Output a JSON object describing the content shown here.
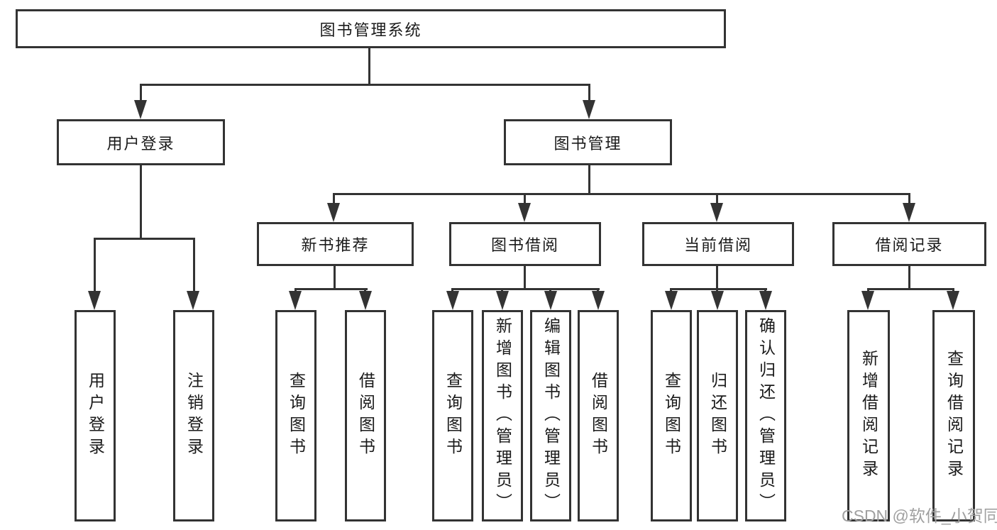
{
  "colors": {
    "line": "#333333",
    "text": "#1a1a1a",
    "watermark": "#a0a0a0",
    "background": "#ffffff"
  },
  "tree": {
    "label": "图书管理系统",
    "children": [
      {
        "label": "用户登录",
        "children": [
          {
            "label": "用户登录"
          },
          {
            "label": "注销登录"
          }
        ]
      },
      {
        "label": "图书管理",
        "children": [
          {
            "label": "新书推荐",
            "children": [
              {
                "label": "查询图书"
              },
              {
                "label": "借阅图书"
              }
            ]
          },
          {
            "label": "图书借阅",
            "children": [
              {
                "label": "查询图书"
              },
              {
                "label": "新增图书（管理员）"
              },
              {
                "label": "编辑图书（管理员）"
              },
              {
                "label": "借阅图书"
              }
            ]
          },
          {
            "label": "当前借阅",
            "children": [
              {
                "label": "查询图书"
              },
              {
                "label": "归还图书"
              },
              {
                "label": "确认归还（管理员）"
              }
            ]
          },
          {
            "label": "借阅记录",
            "children": [
              {
                "label": "新增借阅记录"
              },
              {
                "label": "查询借阅记录"
              }
            ]
          }
        ]
      }
    ]
  },
  "watermark": {
    "text": "CSDN @软件_小贺同学"
  }
}
